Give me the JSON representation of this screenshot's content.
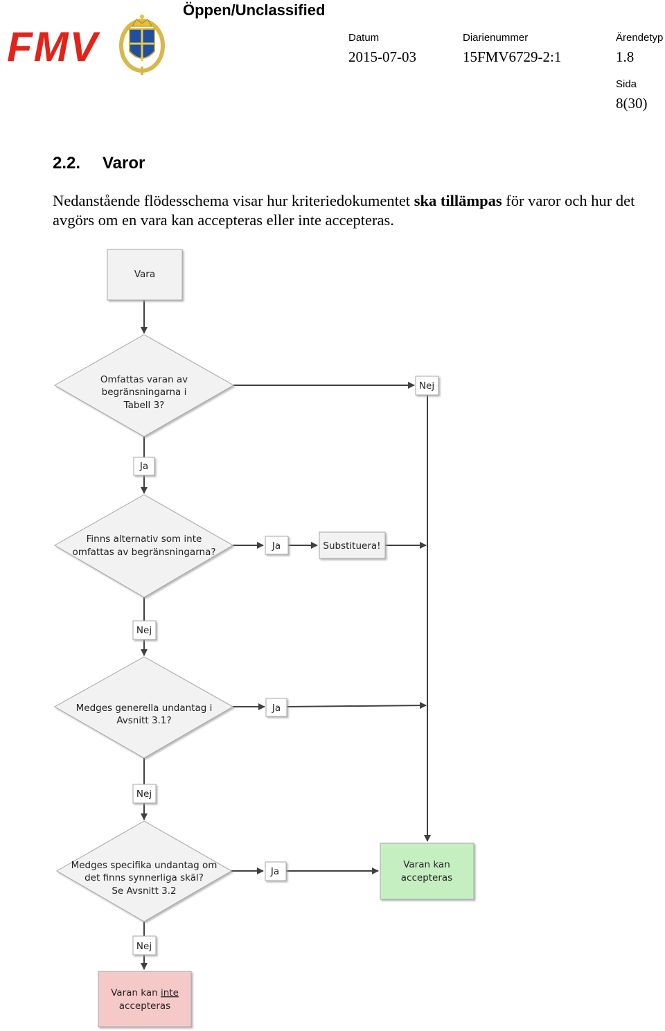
{
  "header": {
    "classification": "Öppen/Unclassified",
    "logo_text": "FMV",
    "fields": [
      {
        "label": "Datum",
        "value": "2015-07-03"
      },
      {
        "label": "Diarienummer",
        "value": "15FMV6729-2:1"
      },
      {
        "label": "Ärendetyp",
        "value": "1.8"
      },
      {
        "label": "Sida",
        "value": "8(30)"
      }
    ]
  },
  "section": {
    "number": "2.2.",
    "title": "Varor",
    "intro_before": "Nedanstående flödesschema visar hur kriteriedokumentet ",
    "intro_bold": "ska tillämpas",
    "intro_after": " för varor och hur det avgörs om en vara kan accepteras eller inte accepteras."
  },
  "flowchart": {
    "start": "Vara",
    "q1": [
      "Omfattas varan av",
      "begränsningarna i",
      "Tabell 3?"
    ],
    "q2": [
      "Finns alternativ som inte",
      "omfattas av begränsningarna?"
    ],
    "q3": [
      "Medges generella undantag i",
      "Avsnitt 3.1?"
    ],
    "q4": [
      "Medges specifika undantag om",
      "det finns synnerliga skäl?",
      "Se Avsnitt 3.2"
    ],
    "yes": "Ja",
    "no": "Nej",
    "substitute": "Substituera!",
    "accepted": [
      "Varan kan",
      "accepteras"
    ],
    "rejected_prefix": "Varan kan ",
    "rejected_underlined": "inte",
    "rejected_line2": "accepteras",
    "colors": {
      "box": "#f2f2f2",
      "accepted": "#c6efc1",
      "rejected": "#f6c9c9",
      "line": "#404040"
    }
  }
}
